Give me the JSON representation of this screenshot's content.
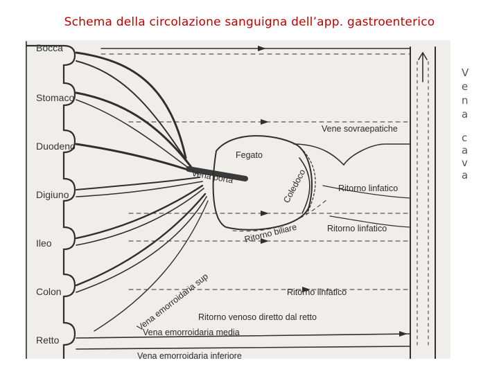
{
  "title": "Schema della circolazione sanguigna dell’app. gastroenterico",
  "organs": [
    "Bocca",
    "Stomaco",
    "Duodeno",
    "Digiuno",
    "Ileo",
    "Colon",
    "Retto"
  ],
  "labels": {
    "fegato": "Fegato",
    "vena_porta": "Vena porta",
    "coledoco": "Coledoco",
    "vene_sovraepatiche": "Vene sovraepatiche",
    "ritorno_linfatico_1": "Ritorno linfatico",
    "ritorno_linfatico_2": "Ritorno linfatico",
    "ritorno_linfatico_3": "Ritorno linfatico",
    "ritorno_biliare": "Ritorno biliare",
    "vena_emorroidaria_sup": "Vena emorroidaria sup",
    "ritorno_venoso_retto": "Ritorno venoso diretto dal retto",
    "vena_emorroidaria_media": "Vena emorroidaria media",
    "vena_emorroidaria_inferiore": "Vena emorroidaria inferiore"
  },
  "vena_cava": [
    "V",
    "e",
    "n",
    "a",
    "",
    "c",
    "a",
    "v",
    "a"
  ],
  "colors": {
    "title": "#c00000",
    "ink": "#2f2f2f",
    "paper": "#efeeea"
  }
}
